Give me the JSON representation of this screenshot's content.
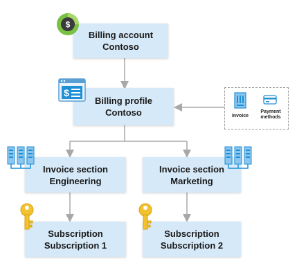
{
  "nodes": {
    "billing_account": {
      "line1": "Billing account",
      "line2": "Contoso"
    },
    "billing_profile": {
      "line1": "Billing profile",
      "line2": "Contoso"
    },
    "invoice_engineering": {
      "line1": "Invoice section",
      "line2": "Engineering"
    },
    "invoice_marketing": {
      "line1": "Invoice section",
      "line2": "Marketing"
    },
    "subscription_1": {
      "line1": "Subscription",
      "line2": "Subscription 1"
    },
    "subscription_2": {
      "line1": "Subscription",
      "line2": "Subscription 2"
    }
  },
  "legend": {
    "invoice_label": "Invoice",
    "payment_line1": "Payment",
    "payment_line2": "methods"
  },
  "icons": {
    "billing_account": "dollar-coin-icon",
    "billing_profile": "billing-statement-icon",
    "invoice_sections": "server-rack-icon",
    "subscriptions": "key-icon",
    "legend_invoice": "invoice-document-icon",
    "legend_payment": "credit-card-icon"
  },
  "colors": {
    "node_fill": "#d6e9f8",
    "connector": "#a8a8a8",
    "icon_blue": "#1f8fd6",
    "coin_green": "#7ac143",
    "key_gold": "#f2c230"
  }
}
